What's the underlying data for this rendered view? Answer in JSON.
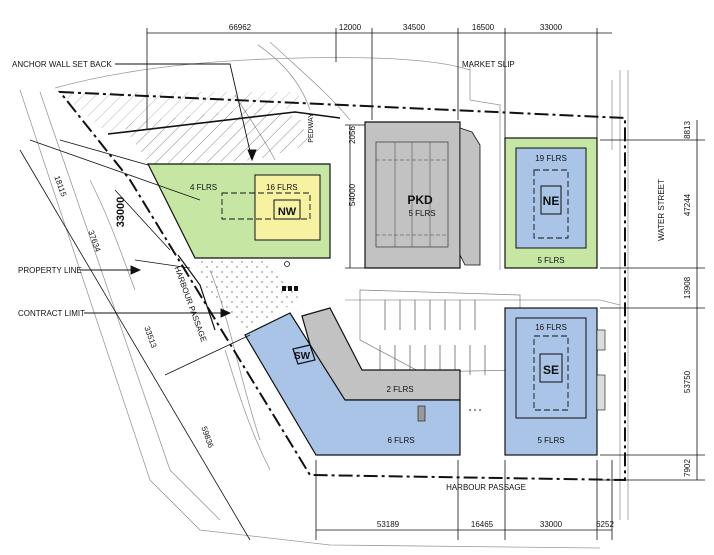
{
  "colors": {
    "green": "#c6e7a3",
    "yellow": "#f6f2a2",
    "blue": "#a9c4e6",
    "gray": "#c2c2c2",
    "line": "#1a1a1a"
  },
  "dimensions": {
    "top": [
      "66962",
      "12000",
      "34500",
      "16500",
      "33000"
    ],
    "bottom": [
      "53189",
      "16465",
      "33000",
      "6252"
    ],
    "right": [
      "8813",
      "47244",
      "13908",
      "53750",
      "7902"
    ],
    "left": [
      "18115",
      "33000",
      "37634",
      "33513",
      "59836"
    ],
    "pkd_side": [
      "2056",
      "54000"
    ]
  },
  "labels": {
    "anchor_wall": "ANCHOR WALL SET BACK",
    "market_slip": "MARKET SLIP",
    "property_line": "PROPERTY LINE",
    "contract_limit": "CONTRACT LIMIT",
    "water_street": "WATER STREET",
    "harbour_passage_bottom": "HARBOUR PASSAGE",
    "harbour_passage_side": "HARBOUR PASSAGE",
    "pedway": "PEDWAY"
  },
  "buildings": {
    "nw": {
      "floors": "4 FLRS",
      "tower_floors": "16 FLRS",
      "name": "NW"
    },
    "pkd": {
      "name": "PKD",
      "floors": "5 FLRS"
    },
    "ne": {
      "tower_floors": "19 FLRS",
      "name": "NE",
      "floors": "5 FLRS"
    },
    "se": {
      "tower_floors": "16 FLRS",
      "name": "SE",
      "floors": "5 FLRS"
    },
    "sw": {
      "name": "SW",
      "wing_floors": "2 FLRS",
      "floors": "6 FLRS"
    }
  }
}
